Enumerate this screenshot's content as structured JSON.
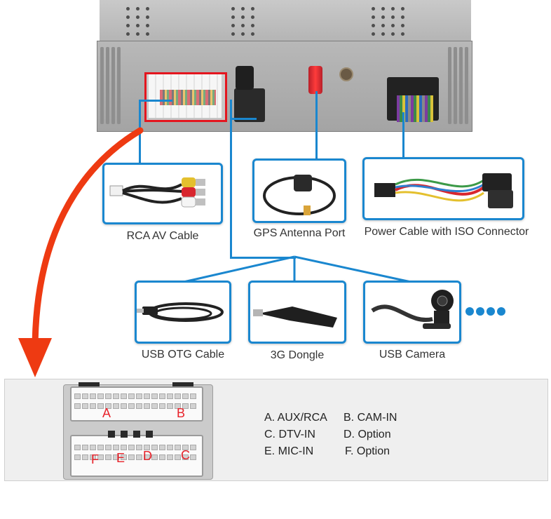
{
  "diagram": {
    "devices": [
      {
        "id": "rca",
        "caption": "RCA AV Cable"
      },
      {
        "id": "gps",
        "caption": "GPS Antenna Port"
      },
      {
        "id": "power",
        "caption": "Power Cable with ISO Connector"
      },
      {
        "id": "usb-otg",
        "caption": "USB OTG Cable"
      },
      {
        "id": "3g",
        "caption": "3G Dongle"
      },
      {
        "id": "camera",
        "caption": "USB Camera"
      }
    ],
    "connector": {
      "letters": [
        "A",
        "B",
        "F",
        "E",
        "D",
        "C"
      ]
    },
    "legend": [
      {
        "left": "A. AUX/RCA",
        "right": "B. CAM-IN"
      },
      {
        "left": "C. DTV-IN",
        "right": "D. Option"
      },
      {
        "left": "E. MIC-IN",
        "right": "F. Option"
      }
    ]
  },
  "colors": {
    "blue": "#1a87cf",
    "red": "#e4161f",
    "arrow": "#ee3a12"
  }
}
